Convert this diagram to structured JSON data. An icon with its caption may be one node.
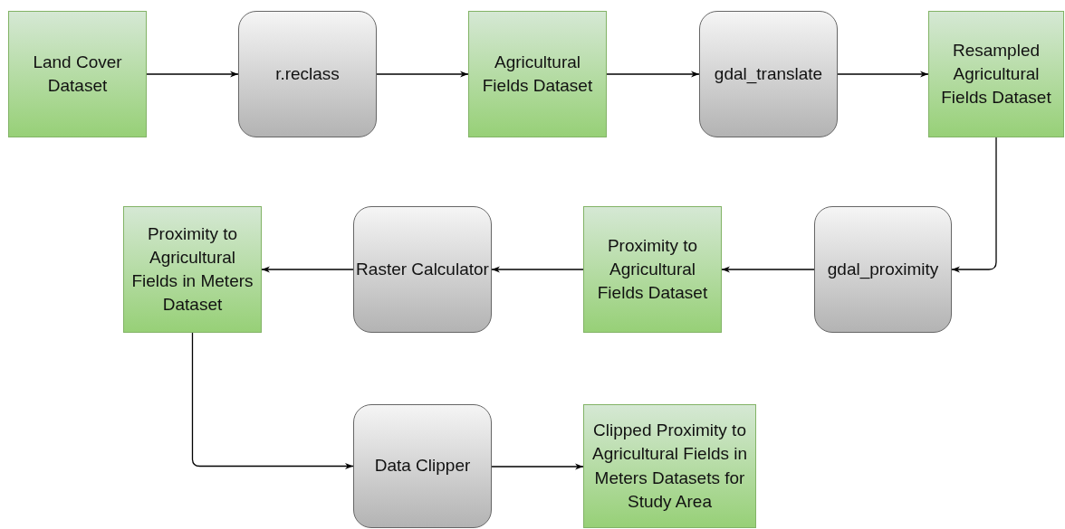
{
  "diagram": {
    "nodes": [
      {
        "text": [
          "Land Cover Dataset"
        ]
      },
      {
        "text": [
          "r.reclass"
        ]
      },
      {
        "text": [
          "Agricultural Fields Dataset"
        ]
      },
      {
        "text": [
          "gdal_translate"
        ]
      },
      {
        "text": [
          "Resampled Agricultural Fields Dataset"
        ]
      },
      {
        "text": [
          "gdal_proximity"
        ]
      },
      {
        "text": [
          "Proximity to Agricultural Fields Dataset"
        ]
      },
      {
        "text": [
          "Raster Calculator"
        ]
      },
      {
        "text": [
          "Proximity to Agricultural Fields in Meters Dataset"
        ]
      },
      {
        "text": [
          "Data Clipper"
        ]
      },
      {
        "text": [
          "Clipped Proximity to Agricultural Fields in Meters Datasets for Study Area"
        ]
      }
    ],
    "edges": [
      {
        "from": 0,
        "to": 1,
        "arrow": "to"
      },
      {
        "from": 1,
        "to": 2,
        "arrow": "to"
      },
      {
        "from": 2,
        "to": 3,
        "arrow": "to"
      },
      {
        "from": 3,
        "to": 4,
        "arrow": "to"
      },
      {
        "from": 4,
        "to": 5,
        "arrow": "to"
      },
      {
        "from": 5,
        "to": 6,
        "arrow": "to"
      },
      {
        "from": 6,
        "to": 7,
        "arrow": "to"
      },
      {
        "from": 7,
        "to": 8,
        "arrow": "to"
      },
      {
        "from": 8,
        "to": 9,
        "arrow": "to"
      },
      {
        "from": 9,
        "to": 10,
        "arrow": "to"
      }
    ]
  }
}
